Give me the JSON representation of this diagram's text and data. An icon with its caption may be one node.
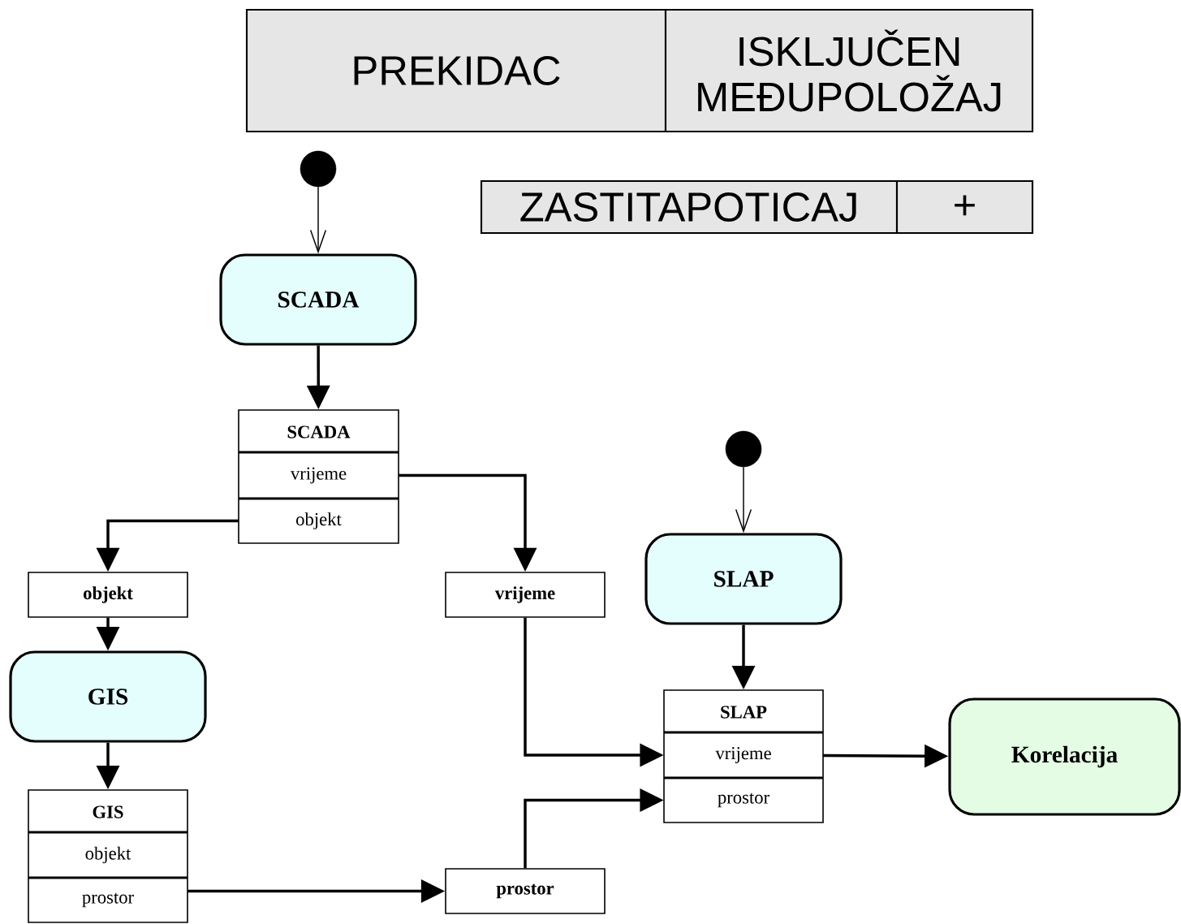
{
  "diagram": {
    "nodes": [
      {
        "text": [
          "PREKIDAC"
        ]
      },
      {
        "text": [
          "ISKLJUČEN MEĐUPOLOŽAJ"
        ]
      },
      {
        "text": [
          "ZASTITAPOTICAJ"
        ]
      },
      {
        "text": [
          "+"
        ]
      },
      {
        "text": [],
        "shape": "circle"
      },
      {
        "text": [
          "SCADA"
        ]
      },
      {
        "text": [
          "SCADA"
        ]
      },
      {
        "text": [
          "vrijeme"
        ],
        "in": 6
      },
      {
        "text": [
          "objekt"
        ],
        "in": 6
      },
      {
        "text": [
          "objekt"
        ]
      },
      {
        "text": [
          "vrijeme"
        ]
      },
      {
        "text": [
          "GIS"
        ]
      },
      {
        "text": [
          "GIS"
        ]
      },
      {
        "text": [
          "objekt"
        ],
        "in": 12
      },
      {
        "text": [
          "prostor"
        ],
        "in": 12
      },
      {
        "text": [
          "prostor"
        ]
      },
      {
        "text": [],
        "shape": "circle"
      },
      {
        "text": [
          "SLAP"
        ]
      },
      {
        "text": [
          "SLAP"
        ]
      },
      {
        "text": [
          "vrijeme"
        ],
        "in": 18
      },
      {
        "text": [
          "prostor"
        ],
        "in": 18
      },
      {
        "text": [
          "Korelacija"
        ]
      }
    ],
    "edges": [
      {
        "from": 4,
        "to": 5,
        "arrow": "to"
      },
      {
        "from": 5,
        "to": 6,
        "arrow": "to"
      },
      {
        "from": 8,
        "to": 9,
        "arrow": "to"
      },
      {
        "from": 7,
        "to": 10,
        "arrow": "to"
      },
      {
        "from": 9,
        "to": 11,
        "arrow": "to"
      },
      {
        "from": 11,
        "to": 12,
        "arrow": "to"
      },
      {
        "from": 14,
        "to": 15,
        "arrow": "to"
      },
      {
        "from": 10,
        "to": 19,
        "arrow": "to"
      },
      {
        "from": 15,
        "to": 20,
        "arrow": "to"
      },
      {
        "from": 16,
        "to": 17,
        "arrow": "to"
      },
      {
        "from": 17,
        "to": 18,
        "arrow": "to"
      },
      {
        "from": 19,
        "to": 21,
        "arrow": "to"
      }
    ]
  }
}
